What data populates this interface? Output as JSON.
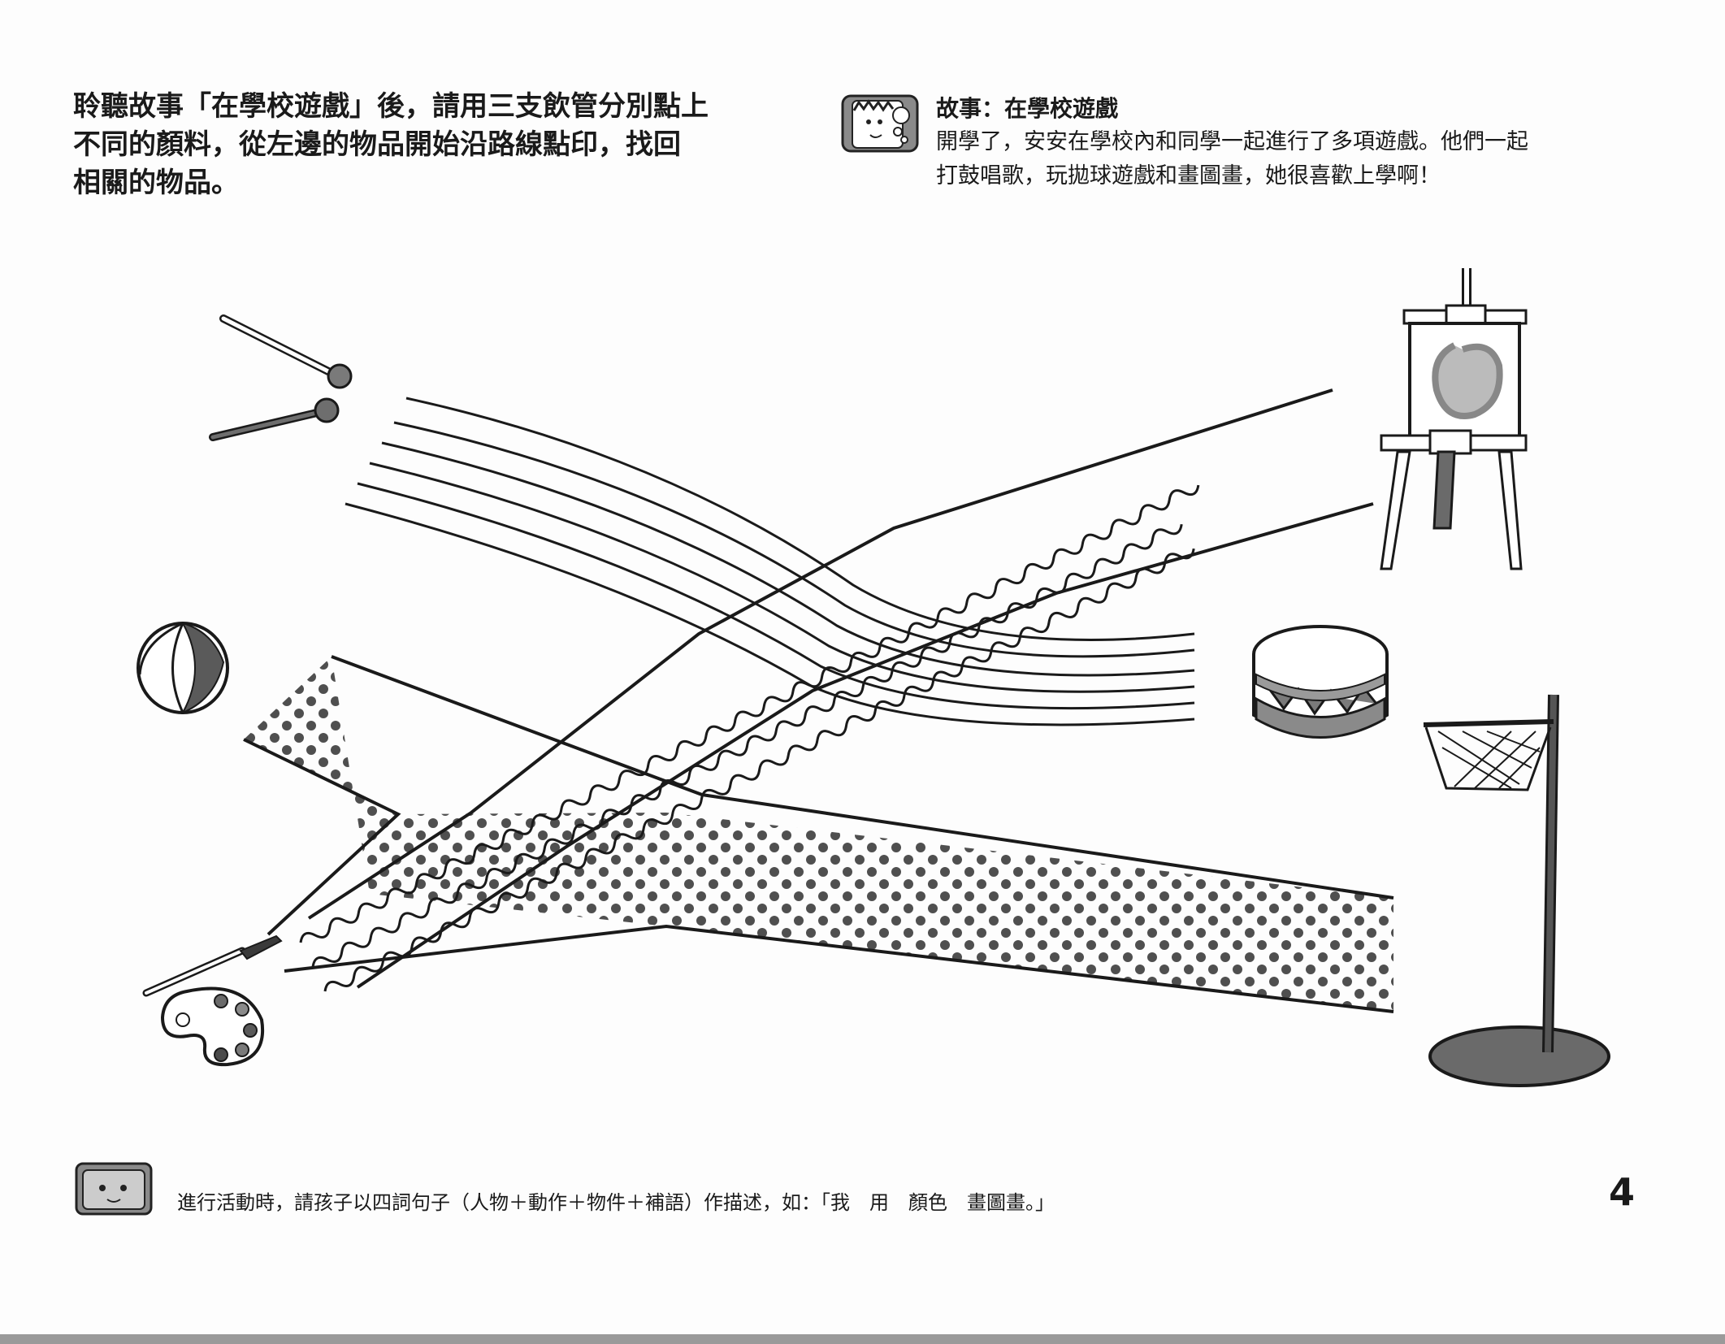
{
  "instruction": {
    "lines": [
      "聆聽故事「在學校遊戲」後，請用三支飲管分別點上",
      "不同的顏料，從左邊的物品開始沿路線點印，找回",
      "相關的物品。"
    ]
  },
  "story": {
    "title": "故事：在學校遊戲",
    "lines": [
      "開學了，安安在學校內和同學一起進行了多項遊戲。他們一起",
      "打鼓唱歌，玩拋球遊戲和畫圖畫，她很喜歡上學啊！"
    ]
  },
  "illustrations": {
    "left": [
      "drumsticks",
      "beach-ball",
      "paintbrush-and-palette"
    ],
    "right": [
      "easel-with-painting",
      "drum",
      "basketball-hoop"
    ]
  },
  "tip": {
    "text": "進行活動時，請孩子以四詞句子（人物＋動作＋物件＋補語）作描述，如：「我　用　顏色　畫圖畫。」"
  },
  "page_number": "4",
  "colors": {
    "ink": "#1a1a1a",
    "gray": "#7a7a7a",
    "dark_gray": "#4a4a4a"
  }
}
